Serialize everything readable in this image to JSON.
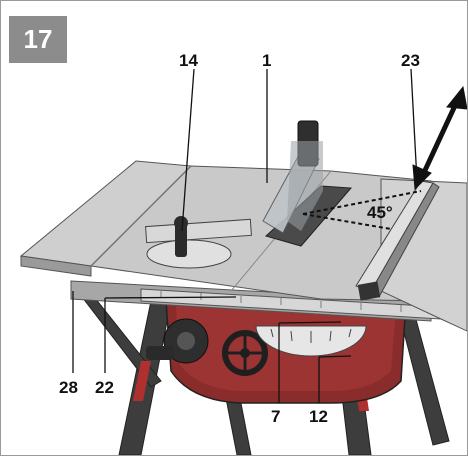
{
  "figure": {
    "number": "17"
  },
  "callouts": {
    "c14": "14",
    "c1": "1",
    "c23": "23",
    "c28": "28",
    "c22": "22",
    "c7": "7",
    "c12": "12"
  },
  "angle_label": "45°",
  "colors": {
    "badge": "#8c8c8c",
    "table_top": "#c9c9c9",
    "stand": "#3a3a3a",
    "accent_red": "#b03030"
  }
}
